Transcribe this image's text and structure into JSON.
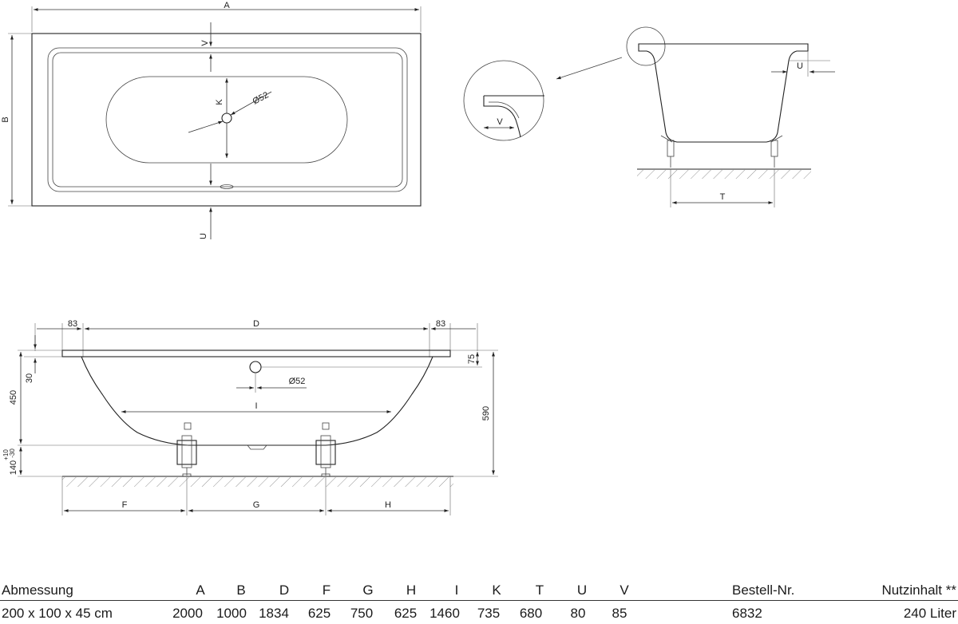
{
  "labels": {
    "A": "A",
    "B": "B",
    "D": "D",
    "F": "F",
    "G": "G",
    "H": "H",
    "I": "I",
    "K": "K",
    "T": "T",
    "U": "U",
    "V": "V",
    "diameter": "Ø52",
    "end_offset": "83",
    "rim_height": "30",
    "overall_height": "450",
    "rim_depth": "75",
    "floor_height": "590",
    "foot_height": "140",
    "foot_tolerance_plus": "+10",
    "foot_tolerance_minus": "-30"
  },
  "table": {
    "headers": {
      "dimension": "Abmessung",
      "A": "A",
      "B": "B",
      "D": "D",
      "F": "F",
      "G": "G",
      "H": "H",
      "I": "I",
      "K": "K",
      "T": "T",
      "U": "U",
      "V": "V",
      "order_no": "Bestell-Nr.",
      "capacity": "Nutzinhalt **"
    },
    "row": {
      "dimension": "200 x 100 x 45 cm",
      "A": "2000",
      "B": "1000",
      "D": "1834",
      "F": "625",
      "G": "750",
      "H": "625",
      "I": "1460",
      "K": "735",
      "T": "680",
      "U": "80",
      "V": "85",
      "order_no": "6832",
      "capacity": "240 Liter"
    }
  }
}
